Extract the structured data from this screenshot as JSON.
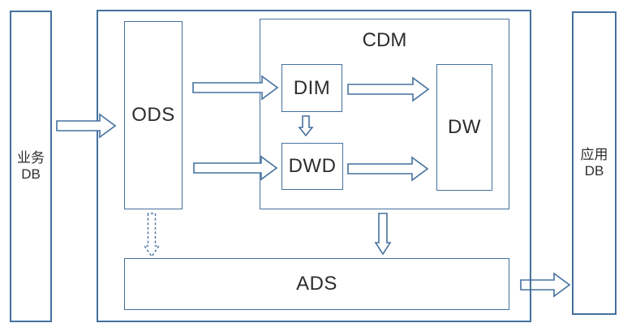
{
  "diagram": {
    "type": "data-warehouse-architecture-flow",
    "colors": {
      "line": "#44719e",
      "text": "#2d2d2d",
      "background": "#ffffff"
    },
    "nodes": {
      "business_db": {
        "label_line1": "业务",
        "label_line2": "DB"
      },
      "ods": {
        "label": "ODS"
      },
      "cdm": {
        "label": "CDM"
      },
      "dim": {
        "label": "DIM"
      },
      "dwd": {
        "label": "DWD"
      },
      "dw": {
        "label": "DW"
      },
      "ads": {
        "label": "ADS"
      },
      "app_db": {
        "label_line1": "应用",
        "label_line2": "DB"
      }
    },
    "edges": [
      {
        "from": "business_db",
        "to": "ods",
        "style": "solid",
        "direction": "right"
      },
      {
        "from": "ods",
        "to": "dim",
        "style": "solid",
        "direction": "right"
      },
      {
        "from": "ods",
        "to": "dwd",
        "style": "solid",
        "direction": "right"
      },
      {
        "from": "dim",
        "to": "dwd",
        "style": "solid",
        "direction": "down"
      },
      {
        "from": "dim",
        "to": "dw",
        "style": "solid",
        "direction": "right"
      },
      {
        "from": "dwd",
        "to": "dw",
        "style": "solid",
        "direction": "right"
      },
      {
        "from": "cdm",
        "to": "ads",
        "style": "solid",
        "direction": "down"
      },
      {
        "from": "ods",
        "to": "ads",
        "style": "dashed",
        "direction": "down"
      },
      {
        "from": "ads",
        "to": "app_db",
        "style": "solid",
        "direction": "right"
      }
    ]
  }
}
